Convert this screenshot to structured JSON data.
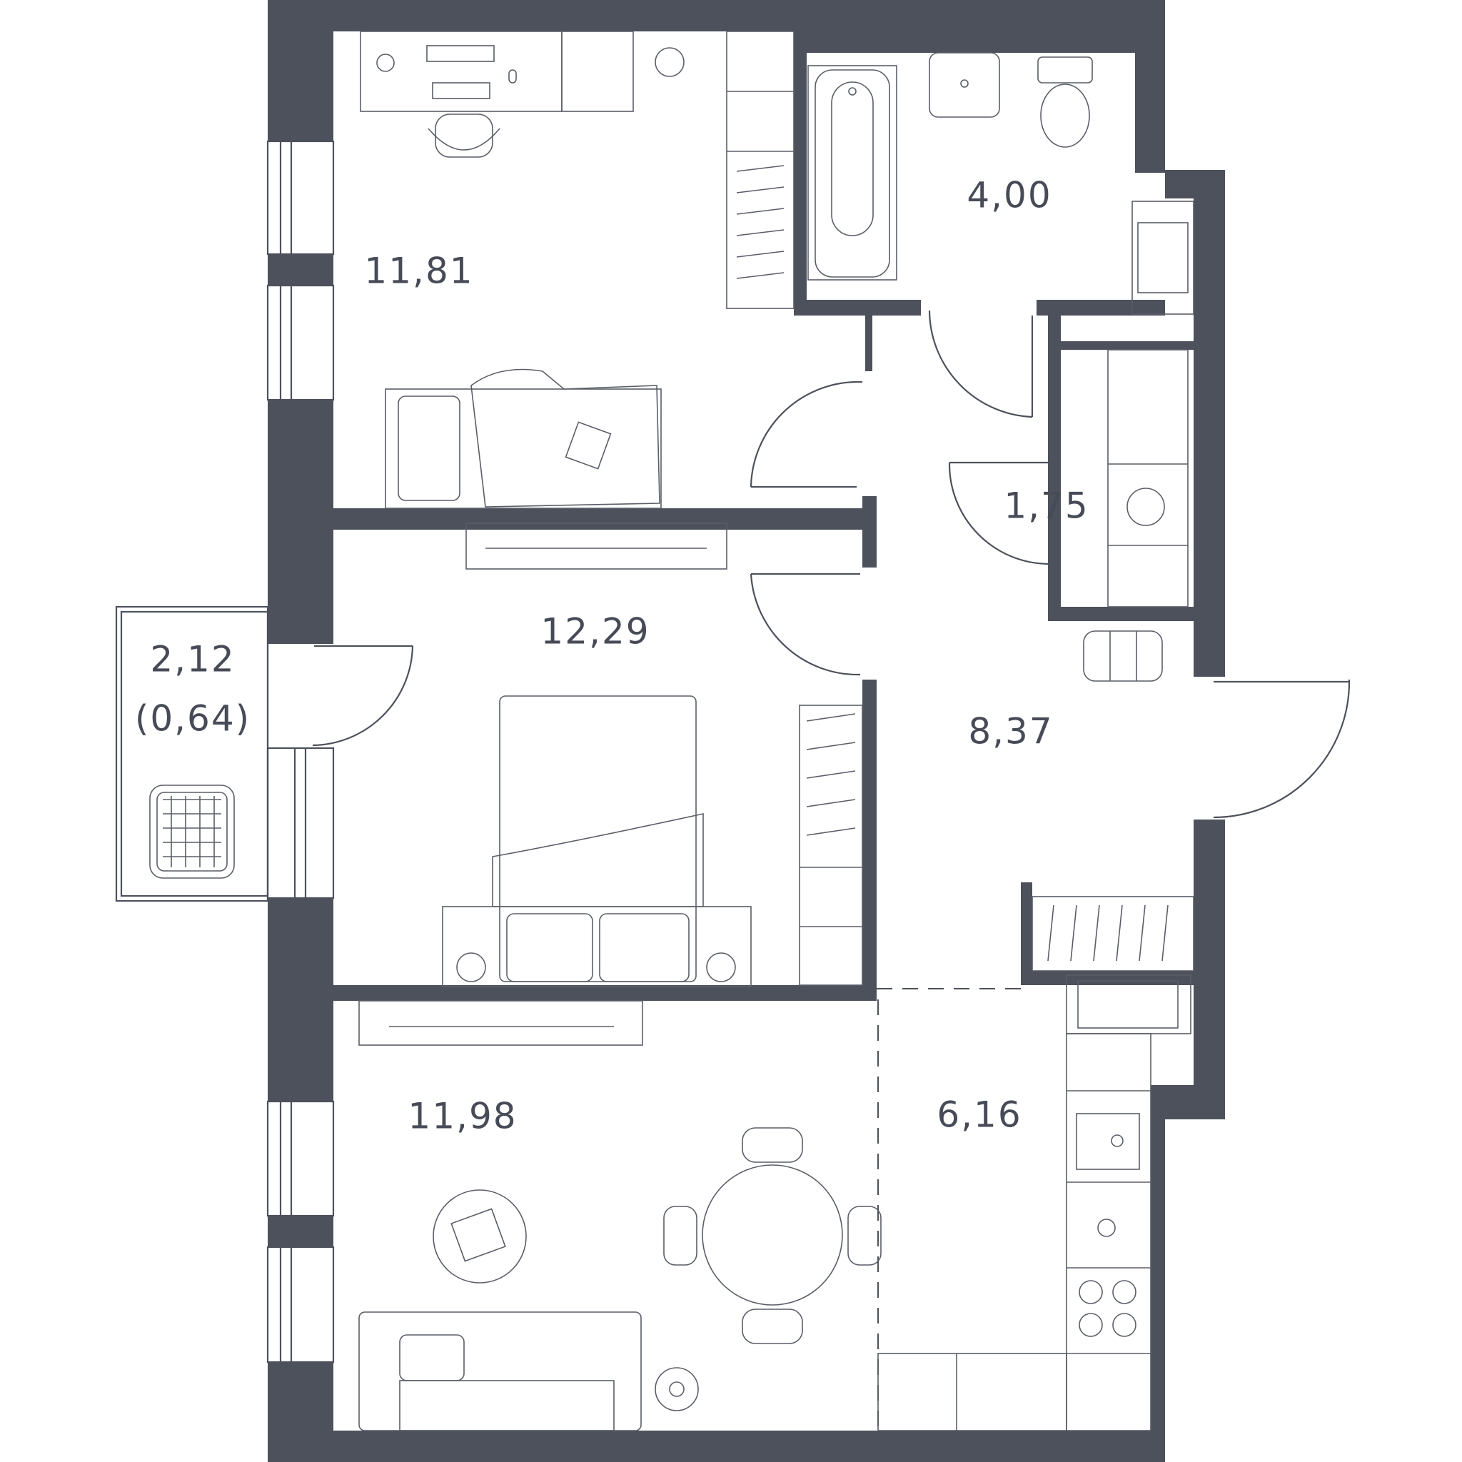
{
  "colors": {
    "wall": "#4d515c",
    "text": "#464b57",
    "background": "#ffffff"
  },
  "rooms": [
    {
      "id": "bedroom-top",
      "area": "11,81"
    },
    {
      "id": "bathroom",
      "area": "4,00"
    },
    {
      "id": "storage",
      "area": "1,75"
    },
    {
      "id": "bedroom-middle",
      "area": "12,29"
    },
    {
      "id": "balcony",
      "area": "2,12",
      "sub": "(0,64)"
    },
    {
      "id": "hallway",
      "area": "8,37"
    },
    {
      "id": "living-room",
      "area": "11,98"
    },
    {
      "id": "kitchen",
      "area": "6,16"
    }
  ]
}
